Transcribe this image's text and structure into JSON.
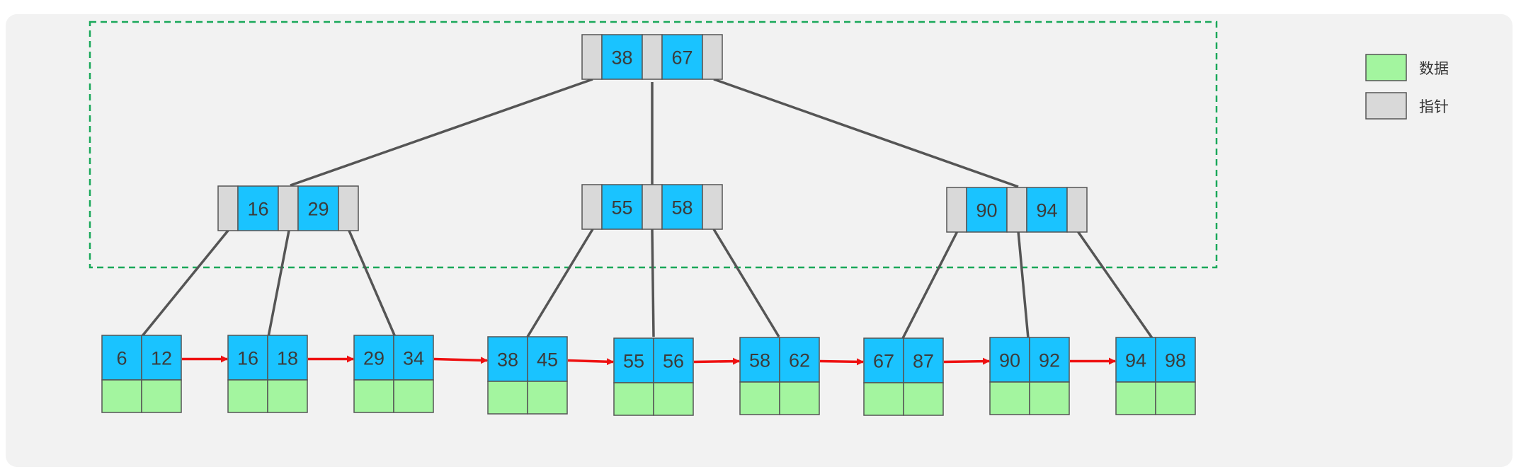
{
  "colors": {
    "key_fill": "#1ac3ff",
    "pointer_fill": "#d9d9d9",
    "data_fill": "#a3f59f",
    "box_stroke": "#555555",
    "edge": "#555555",
    "leaf_link": "#ee1111",
    "region_border": "#1aa85a",
    "panel_bg": "#f2f2f2"
  },
  "legend": {
    "data_label": "数据",
    "pointer_label": "指针"
  },
  "tree": {
    "root": {
      "keys": [
        "38",
        "67"
      ]
    },
    "internal": [
      {
        "keys": [
          "16",
          "29"
        ]
      },
      {
        "keys": [
          "55",
          "58"
        ]
      },
      {
        "keys": [
          "90",
          "94"
        ]
      }
    ],
    "leaves": [
      {
        "keys": [
          "6",
          "12"
        ]
      },
      {
        "keys": [
          "16",
          "18"
        ]
      },
      {
        "keys": [
          "29",
          "34"
        ]
      },
      {
        "keys": [
          "38",
          "45"
        ]
      },
      {
        "keys": [
          "55",
          "56"
        ]
      },
      {
        "keys": [
          "58",
          "62"
        ]
      },
      {
        "keys": [
          "67",
          "87"
        ]
      },
      {
        "keys": [
          "90",
          "92"
        ]
      },
      {
        "keys": [
          "94",
          "98"
        ]
      }
    ]
  }
}
